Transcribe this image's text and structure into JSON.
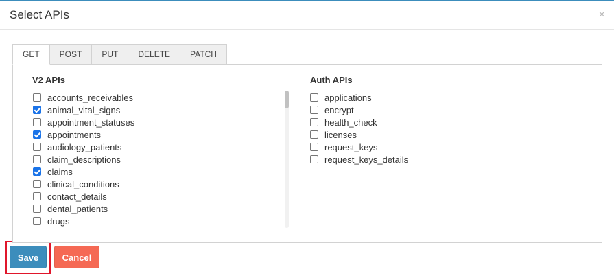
{
  "dialog": {
    "title": "Select APIs",
    "close_glyph": "×"
  },
  "tabs": [
    {
      "label": "GET",
      "active": true
    },
    {
      "label": "POST",
      "active": false
    },
    {
      "label": "PUT",
      "active": false
    },
    {
      "label": "DELETE",
      "active": false
    },
    {
      "label": "PATCH",
      "active": false
    }
  ],
  "v2_apis": {
    "title": "V2 APIs",
    "items": [
      {
        "label": "accounts_receivables",
        "checked": false
      },
      {
        "label": "animal_vital_signs",
        "checked": true
      },
      {
        "label": "appointment_statuses",
        "checked": false
      },
      {
        "label": "appointments",
        "checked": true
      },
      {
        "label": "audiology_patients",
        "checked": false
      },
      {
        "label": "claim_descriptions",
        "checked": false
      },
      {
        "label": "claims",
        "checked": true
      },
      {
        "label": "clinical_conditions",
        "checked": false
      },
      {
        "label": "contact_details",
        "checked": false
      },
      {
        "label": "dental_patients",
        "checked": false
      },
      {
        "label": "drugs",
        "checked": false
      }
    ]
  },
  "auth_apis": {
    "title": "Auth APIs",
    "items": [
      {
        "label": "applications",
        "checked": false
      },
      {
        "label": "encrypt",
        "checked": false
      },
      {
        "label": "health_check",
        "checked": false
      },
      {
        "label": "licenses",
        "checked": false
      },
      {
        "label": "request_keys",
        "checked": false
      },
      {
        "label": "request_keys_details",
        "checked": false
      }
    ]
  },
  "footer": {
    "save_label": "Save",
    "cancel_label": "Cancel"
  },
  "colors": {
    "save": "#3c8dbc",
    "cancel": "#f56954",
    "highlight": "#e0162b",
    "checkbox_checked": "#1a73e8"
  }
}
